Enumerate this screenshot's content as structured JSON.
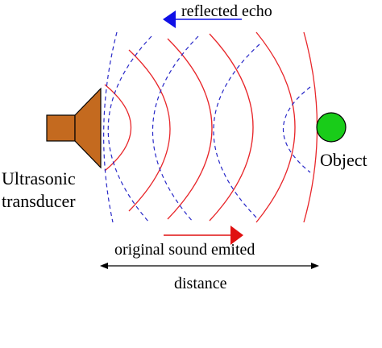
{
  "labels": {
    "reflected_echo": "reflected echo",
    "object": "Object",
    "transducer_line1": "Ultrasonic",
    "transducer_line2": "transducer",
    "original_sound": "original sound emited",
    "distance": "distance"
  },
  "colors": {
    "transducer_fill": "#c46a1f",
    "outgoing_wave": "#e8262a",
    "echo_wave": "#2828c8",
    "echo_arrow": "#1010e6",
    "emitted_arrow": "#e01010",
    "object_fill": "#19cc19",
    "stroke": "#000000"
  }
}
